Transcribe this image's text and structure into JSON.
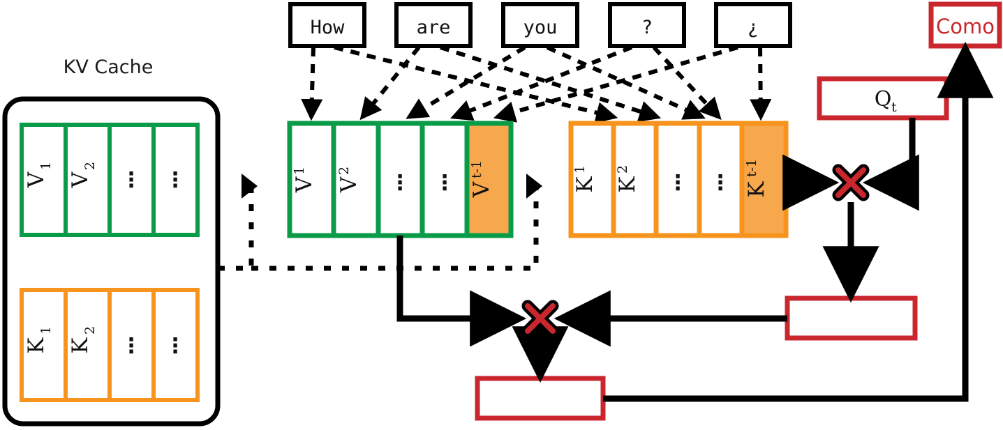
{
  "diagram": {
    "title": "KV Cache attention decoding step",
    "colors": {
      "green": "#0A9B48",
      "orange_border": "#F7941E",
      "orange_fill": "#F8A84C",
      "red": "#C9272D",
      "black": "#000000",
      "white": "#FFFFFF"
    }
  },
  "cache": {
    "label": "KV Cache",
    "value_row": {
      "name": "V",
      "cells": [
        "V",
        "V",
        "⋮",
        "⋮"
      ],
      "subs": [
        "1",
        "2",
        "",
        ""
      ]
    },
    "key_row": {
      "name": "K",
      "cells": [
        "K",
        "K",
        "⋮",
        "⋮"
      ],
      "subs": [
        "1",
        "2",
        "",
        ""
      ]
    }
  },
  "tokens": [
    {
      "label": "How"
    },
    {
      "label": "are"
    },
    {
      "label": "you"
    },
    {
      "label": "?"
    },
    {
      "label": "¿"
    }
  ],
  "value_row": {
    "cells": [
      {
        "base": "V",
        "sub": "1",
        "highlight": false
      },
      {
        "base": "V",
        "sub": "2",
        "highlight": false
      },
      {
        "base": "⋮",
        "sub": "",
        "highlight": false
      },
      {
        "base": "⋮",
        "sub": "",
        "highlight": false
      },
      {
        "base": "V",
        "sub": "t-1",
        "highlight": true
      }
    ]
  },
  "key_row": {
    "cells": [
      {
        "base": "K",
        "sub": "1",
        "highlight": false
      },
      {
        "base": "K",
        "sub": "2",
        "highlight": false
      },
      {
        "base": "⋮",
        "sub": "",
        "highlight": false
      },
      {
        "base": "⋮",
        "sub": "",
        "highlight": false
      },
      {
        "base": "K",
        "sub": "t-1",
        "highlight": true
      }
    ]
  },
  "query_box": {
    "base": "Q",
    "sub": "t"
  },
  "scores_box": {
    "label": ""
  },
  "context_box": {
    "label": ""
  },
  "output_box": {
    "label": "Como"
  },
  "operators": [
    {
      "name": "multiply-qk",
      "glyph": "×"
    },
    {
      "name": "multiply-av",
      "glyph": "×"
    }
  ]
}
